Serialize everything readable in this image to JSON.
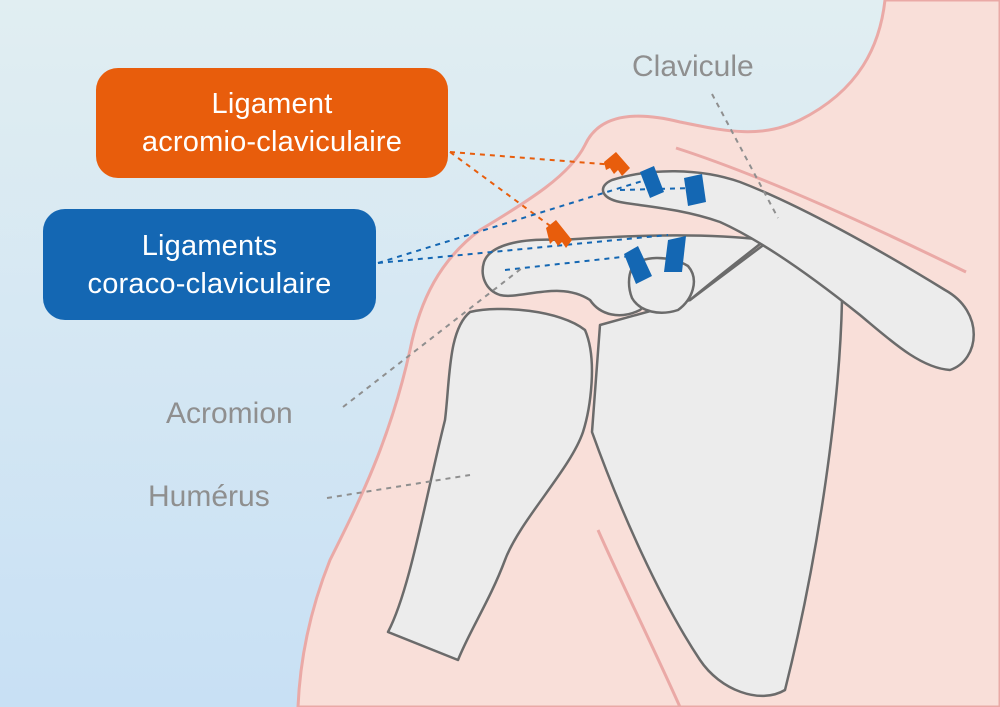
{
  "colors": {
    "background_blue_top": "#dfeef3",
    "background_blue_bottom": "#c9e1f4",
    "skin": "#f9dfd9",
    "skin_outline": "#eaa9a6",
    "bone": "#ececec",
    "bone_outline": "#6b6b6b",
    "ligament_ac": "#e85d0c",
    "ligament_cc": "#1467b3",
    "label_gray": "#8f8f8f"
  },
  "callouts": {
    "acromio_clavicular": {
      "line1": "Ligament",
      "line2": "acromio-claviculaire",
      "color": "#e85d0c"
    },
    "coraco_clavicular": {
      "line1": "Ligaments",
      "line2": "coraco-claviculaire",
      "color": "#1467b3"
    }
  },
  "labels": {
    "clavicule": "Clavicule",
    "acromion": "Acromion",
    "humerus": "Humérus"
  }
}
